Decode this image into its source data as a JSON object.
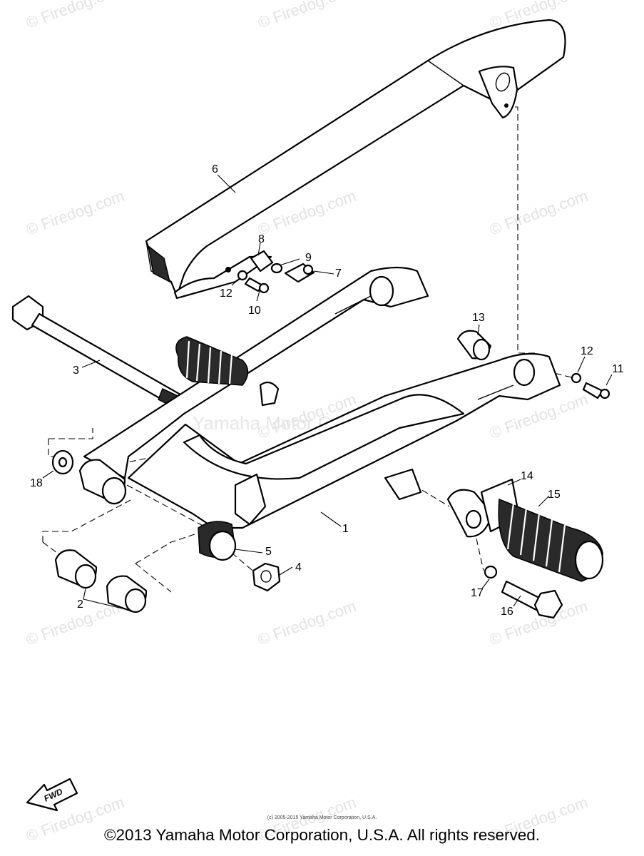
{
  "watermark": {
    "text": "© Firedog.com",
    "center_text": "Yamaha Motor Corp, U.S.A."
  },
  "callouts": [
    "1",
    "2",
    "3",
    "4",
    "5",
    "6",
    "7",
    "8",
    "9",
    "10",
    "11",
    "12",
    "12",
    "13",
    "14",
    "15",
    "16",
    "17",
    "18"
  ],
  "fwd_label": "FWD",
  "small_credit": "(c) 2005-2015 Yamaha Motor Corporation, U.S.A.",
  "copyright": "©2013 Yamaha Motor Corporation, U.S.A. All rights reserved."
}
